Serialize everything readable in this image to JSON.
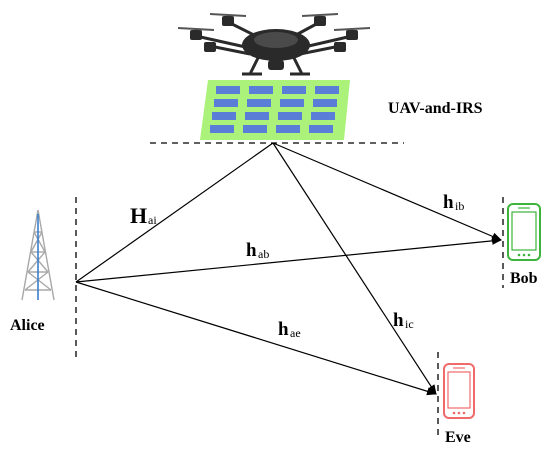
{
  "diagram": {
    "nodes": {
      "uav_irs": "UAV-and-IRS",
      "alice": "Alice",
      "bob": "Bob",
      "eve": "Eve"
    },
    "channels": [
      {
        "id": "H_ai",
        "main": "H",
        "sub": "ai",
        "from": "alice",
        "to": "uav_irs"
      },
      {
        "id": "h_ib",
        "main": "h",
        "sub": "ib",
        "from": "uav_irs",
        "to": "bob"
      },
      {
        "id": "h_ab",
        "main": "h",
        "sub": "ab",
        "from": "alice",
        "to": "bob"
      },
      {
        "id": "h_ie",
        "main": "h",
        "sub": "ic",
        "from": "uav_irs",
        "to": "eve"
      },
      {
        "id": "h_ae",
        "main": "h",
        "sub": "ae",
        "from": "alice",
        "to": "eve"
      }
    ],
    "colors": {
      "irs_panel": "#aaf27a",
      "irs_element": "#5a7ed8",
      "bob_phone": "#3cb43c",
      "eve_phone": "#f06a6a",
      "tower": "#a8a8a8",
      "tower_antenna": "#3a7fd0",
      "drone": "#2a2a2a"
    },
    "icons": [
      "drone-icon",
      "irs-panel-icon",
      "tower-icon",
      "bob-phone-icon",
      "eve-phone-icon"
    ]
  }
}
